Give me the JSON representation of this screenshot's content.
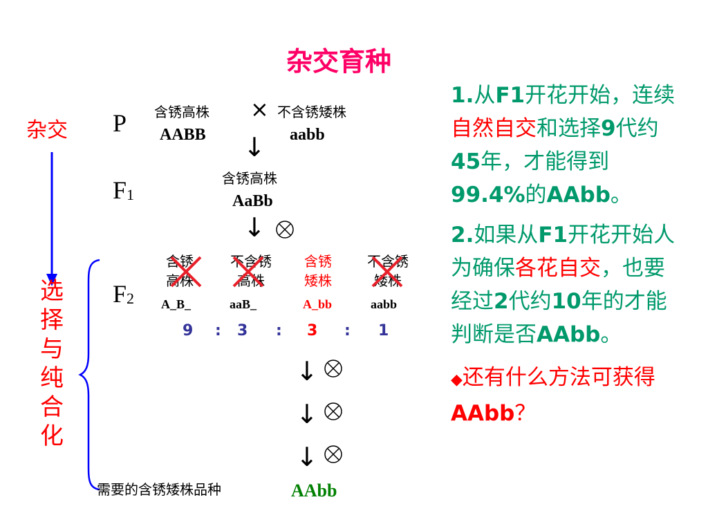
{
  "title": "杂交育种",
  "left_labels": {
    "hybrid": "杂交",
    "selection": [
      "选",
      "择",
      "与",
      "纯",
      "合",
      "化"
    ]
  },
  "generations": {
    "P": "P",
    "F1_main": "F",
    "F1_sub": "1",
    "F2_main": "F",
    "F2_sub": "2"
  },
  "parents": {
    "left_pheno": "含锈高株",
    "left_geno": "AABB",
    "cross_symbol": "×",
    "right_pheno": "不含锈矮株",
    "right_geno": "aabb"
  },
  "f1": {
    "pheno": "含锈高株",
    "geno": "AaBb"
  },
  "f2": [
    {
      "line1": "含锈",
      "line2": "高株",
      "geno": "A_B_",
      "ratio": "9",
      "crossed": true,
      "color": "#000000"
    },
    {
      "line1": "不含锈",
      "line2": "高株",
      "geno": "aaB_",
      "ratio": "3",
      "crossed": true,
      "color": "#000000"
    },
    {
      "line1": "含锈",
      "line2": "矮株",
      "geno": "A_bb",
      "ratio": "3",
      "crossed": false,
      "color": "#ff0000"
    },
    {
      "line1": "不含锈",
      "line2": "矮株",
      "geno": "aabb",
      "ratio": "1",
      "crossed": true,
      "color": "#000000"
    }
  ],
  "ratio_sep": ":",
  "final": {
    "label": "需要的含锈矮株品种",
    "geno": "AAbb"
  },
  "right_text": {
    "p1": {
      "a": "1.",
      "b": "从",
      "c": "F1",
      "d": "开花开始，连续",
      "e": "自然自交",
      "f": "和选择",
      "g": "9",
      "h": "代约",
      "i": "45",
      "j": "年，才能得到",
      "k": "99.4%",
      "l": "的",
      "m": "AAbb",
      "n": "。"
    },
    "p2": {
      "a": "2.",
      "b": "如果从",
      "c": "F1",
      "d": "开花开始人为确保",
      "e": "各花自交",
      "f": "，也要经过",
      "g": "2",
      "h": "代约",
      "i": "10",
      "j": "年的才能判断是否",
      "k": "AAbb",
      "l": "。"
    },
    "p3": {
      "bullet": "◆",
      "a": "还有什么方法可获得",
      "b": "AAbb",
      "c": "？"
    }
  },
  "colors": {
    "title": "#ff0066",
    "accent_red": "#ff0000",
    "text_green": "#00996b",
    "ratio_blue": "#333399",
    "line_blue": "#0000ff"
  }
}
